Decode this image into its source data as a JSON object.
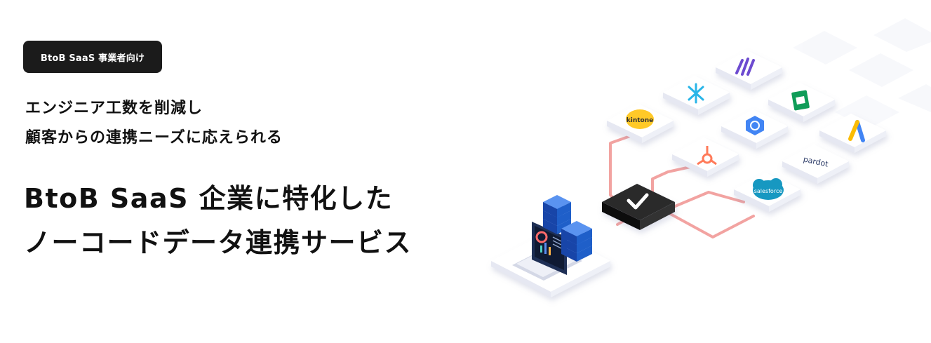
{
  "badge": {
    "label": "BtoB SaaS 事業者向け"
  },
  "subheading": {
    "line1": "エンジニア工数を削減し",
    "line2": "顧客からの連携ニーズに応えられる"
  },
  "headline": {
    "line1": "BtoB SaaS 企業に特化した",
    "line2": "ノーコードデータ連携サービス"
  },
  "illustration": {
    "logos": {
      "kintone": "kintone",
      "pardot": "pardot",
      "salesforce": "salesforce"
    },
    "colors": {
      "connector": "#f2a3a1",
      "hub": "#1b1b1b",
      "database": "#1f5fc9",
      "hubspot": "#ff7a59",
      "snowflake": "#29b5e8",
      "sheets": "#0f9d58",
      "google_ads_blue": "#4285f4",
      "google_ads_yellow": "#fbbc04",
      "kintone": "#ffc928"
    }
  }
}
